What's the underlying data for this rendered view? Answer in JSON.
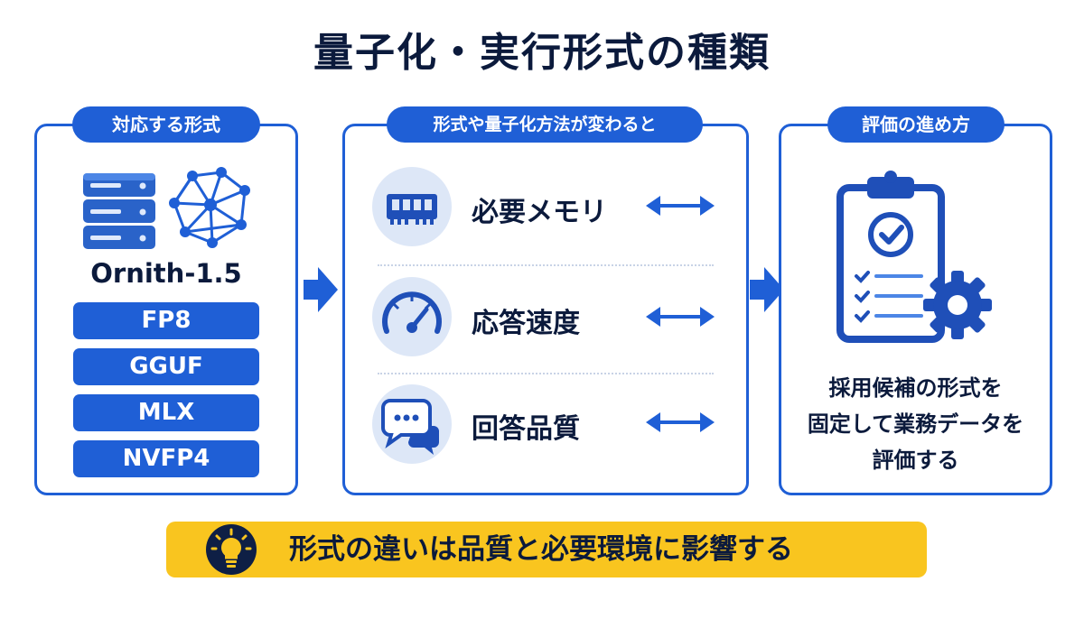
{
  "title": "量子化・実行形式の種類",
  "panels": {
    "supported": {
      "header": "対応する形式",
      "model": "Ornith-1.5",
      "formats": [
        "FP8",
        "GGUF",
        "MLX",
        "NVFP4"
      ]
    },
    "effects": {
      "header": "形式や量子化方法が変わると",
      "rows": [
        {
          "label": "必要メモリ",
          "icon": "memory-chip-icon"
        },
        {
          "label": "応答速度",
          "icon": "speedometer-icon"
        },
        {
          "label": "回答品質",
          "icon": "chat-bubbles-icon"
        }
      ]
    },
    "evaluation": {
      "header": "評価の進め方",
      "lines": [
        "採用候補の形式を",
        "固定して業務データを",
        "評価する"
      ]
    }
  },
  "banner": {
    "text": "形式の違いは品質と必要環境に影響する",
    "icon": "lightbulb-icon"
  },
  "colors": {
    "accent": "#1f5fd6",
    "banner": "#f9c51f",
    "navy": "#0e1f45"
  }
}
